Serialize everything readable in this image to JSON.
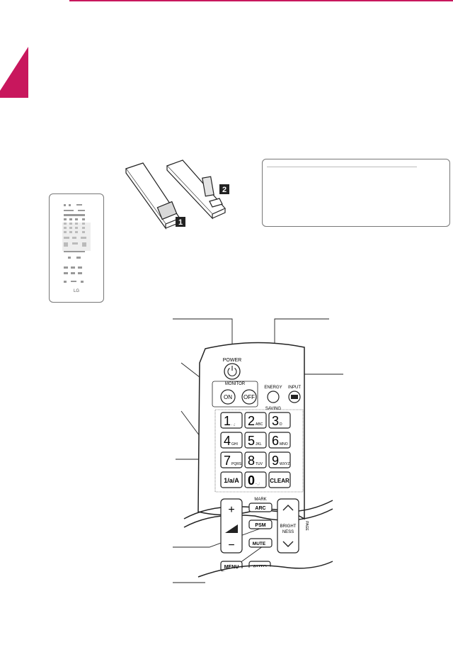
{
  "header": {
    "accent_color": "#c8175d"
  },
  "battery_figure": {
    "step_1": "1",
    "step_2": "2"
  },
  "manual_card": {
    "logo": "LG"
  },
  "remote": {
    "power_label": "POWER",
    "monitor_label": "MONITOR",
    "on_label": "ON",
    "off_label": "OFF",
    "energy_label": "ENERGY",
    "saving_label": "SAVING",
    "input_label": "INPUT",
    "keys": [
      {
        "digit": "1",
        "sub": ". ,;"
      },
      {
        "digit": "2",
        "sub": "ABC"
      },
      {
        "digit": "3",
        "sub": "D"
      },
      {
        "digit": "4",
        "sub": "GHI"
      },
      {
        "digit": "5",
        "sub": "JKL"
      },
      {
        "digit": "6",
        "sub": "MNO"
      },
      {
        "digit": "7",
        "sub": "PQRS"
      },
      {
        "digit": "8",
        "sub": "TUV"
      },
      {
        "digit": "9",
        "sub": "WXYZ"
      }
    ],
    "one_a_label": "1/a/A",
    "zero_digit": "0",
    "zero_sub": "- ,:",
    "clear_label": "CLEAR",
    "mark_label": "MARK",
    "arc_label": "ARC",
    "volume_plus": "+",
    "volume_minus": "−",
    "psm_label": "PSM",
    "mute_label": "MUTE",
    "brightness_label_1": "BRIGHT",
    "brightness_label_2": "NESS",
    "page_label": "PAGE",
    "menu_label": "MENU",
    "auto_label": "AUTO"
  }
}
